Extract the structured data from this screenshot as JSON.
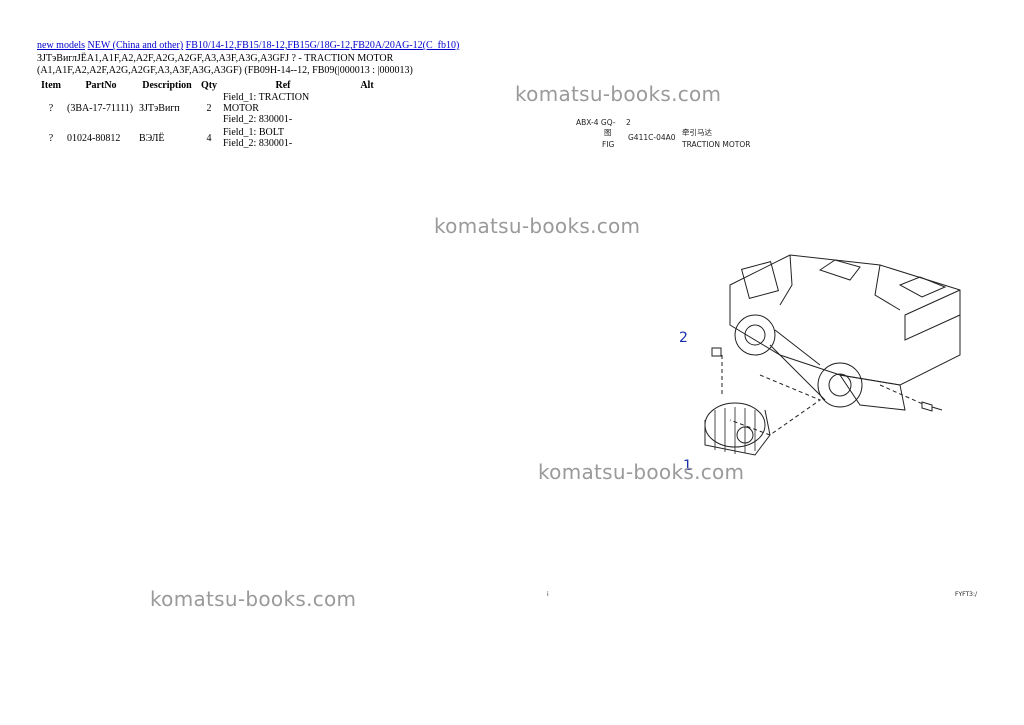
{
  "breadcrumb": {
    "link1": "new models",
    "link2": "NEW (China and other)",
    "link3": "FB10/14-12,FB15/18-12,FB15G/18G-12,FB20A/20AG-12(C_fb10)"
  },
  "title": {
    "line1": "ЗЈТэВиглЈЁА1,А1F,А2,А2F,А2G,А2GF,А3,А3F,А3G,А3GFЈ ? - TRACTION MOTOR",
    "line2": "(А1,А1F,А2,А2F,А2G,А2GF,А3,А3F,А3G,А3GF) (FB09H-14--12, FB09(|000013 : |000013)"
  },
  "table": {
    "headers": [
      "Item",
      "PartNo",
      "Description",
      "Qty",
      "Ref",
      "Alt"
    ],
    "rows": [
      {
        "item": "?",
        "partno": "(3BA-17-71111)",
        "description": "ЗЈТэВигп",
        "qty": "2",
        "ref1": "Field_1: TRACTION MOTOR",
        "ref2": "Field_2: 830001-",
        "alt": ""
      },
      {
        "item": "?",
        "partno": "01024-80812",
        "description": "ВЭЛЁ",
        "qty": "4",
        "ref1": "Field_1: BOLT",
        "ref2": "Field_2: 830001-",
        "alt": ""
      }
    ]
  },
  "watermark": "komatsu-books.com",
  "figure": {
    "code": "ABX-4 GQ-",
    "num": "2",
    "fig_cn": "图",
    "fig_label": "FIG",
    "fig_code": "G411C-04A0",
    "name_cn": "牵引马达",
    "name_en": "TRACTION MOTOR"
  },
  "callouts": {
    "c1": "1",
    "c2": "2"
  },
  "footer": {
    "page_mark": "i",
    "code": "FYFT3:/"
  }
}
